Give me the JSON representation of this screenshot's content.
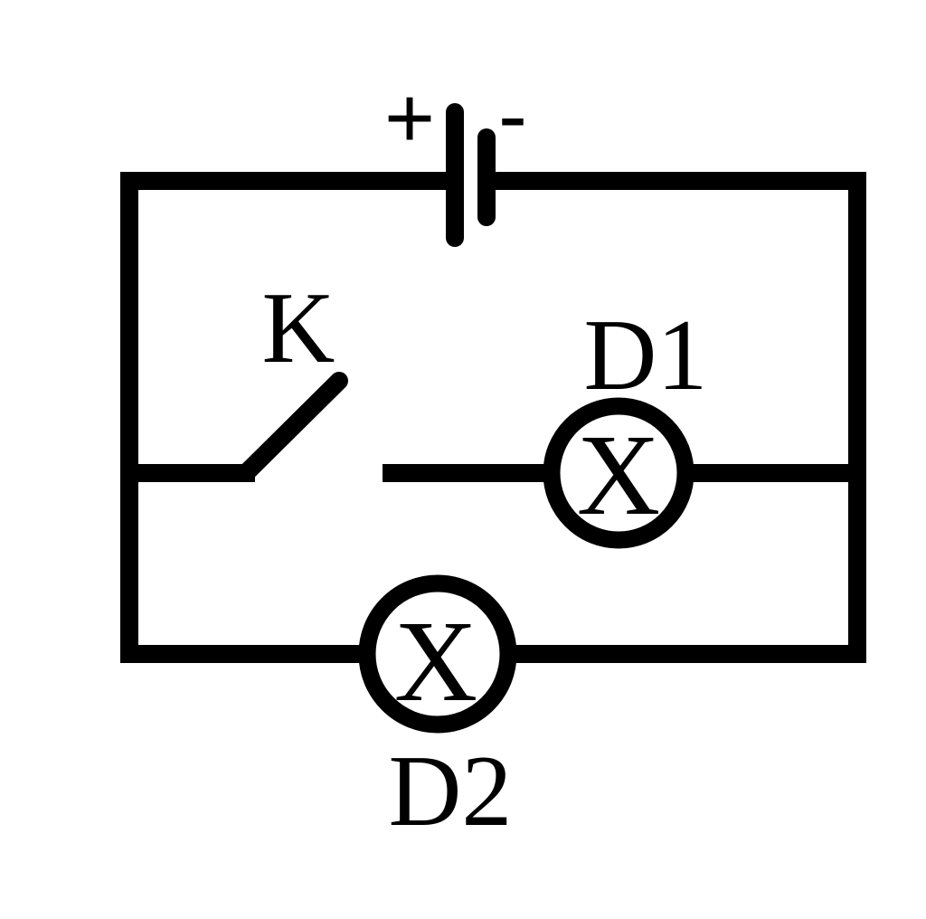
{
  "battery": {
    "plus_sign": "+",
    "minus_sign": "-"
  },
  "switch": {
    "label": "K"
  },
  "lamps": {
    "d1": {
      "label": "D1",
      "symbol": "X"
    },
    "d2": {
      "label": "D2",
      "symbol": "X"
    }
  }
}
